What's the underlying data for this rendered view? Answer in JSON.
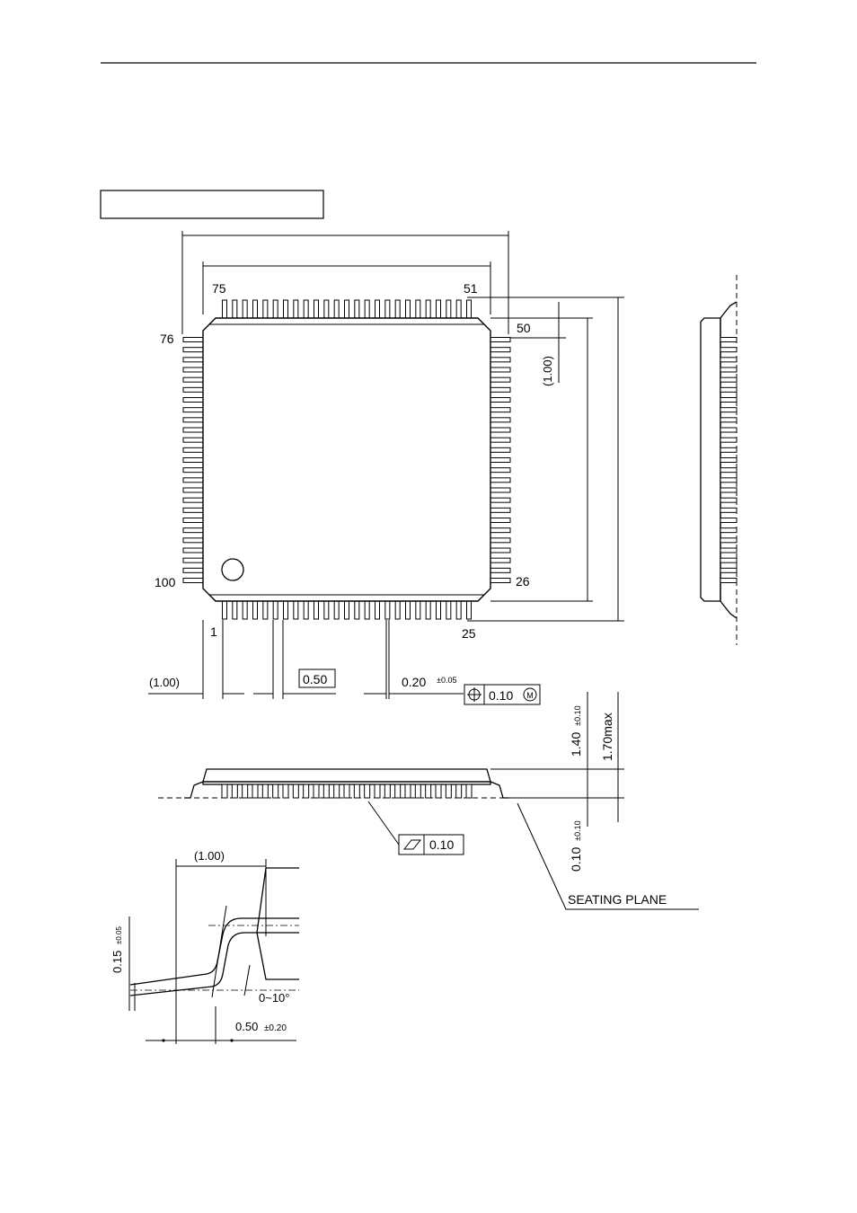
{
  "header": {
    "title_box_text": ""
  },
  "top_view": {
    "pin_labels": [
      "75",
      "51",
      "76",
      "50",
      "100",
      "26",
      "1",
      "25"
    ],
    "dim_pitch_note": "(1.00)",
    "dim_corner_lead": "(1.00)",
    "dim_pitch_box": "0.50",
    "dim_lead_width": "0.20",
    "dim_lead_width_tol": "±0.05",
    "position_tol_value": "0.10",
    "position_tol_modifier": "M"
  },
  "side_view": {
    "dim_body_height": "1.40",
    "dim_body_height_tol": "±0.10",
    "dim_max_height": "1.70max",
    "dim_standoff": "0.10",
    "dim_standoff_tol": "±0.10",
    "flatness_value": "0.10",
    "seating_plane_label": "SEATING PLANE"
  },
  "lead_detail": {
    "dim_foot": "(1.00)",
    "dim_thickness": "0.15",
    "dim_thickness_tol": "±0.05",
    "angle": "0~10°",
    "dim_length": "0.50",
    "dim_length_tol": "±0.20"
  }
}
